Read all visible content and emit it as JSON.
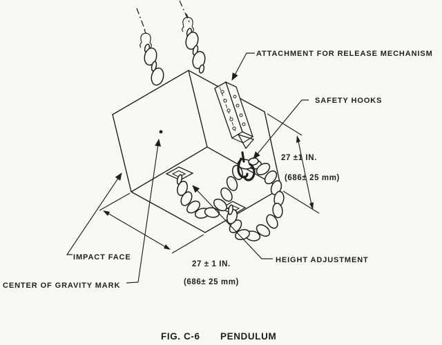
{
  "diagram": {
    "caption": {
      "number": "FIG. C-6",
      "title": "PENDULUM"
    },
    "labels": {
      "attachment_release": "ATTACHMENT FOR RELEASE MECHANISM",
      "safety_hooks": "SAFETY HOOKS",
      "impact_face": "IMPACT FACE",
      "center_of_gravity_mark": "CENTER OF GRAVITY MARK",
      "height_adjustment": "HEIGHT ADJUSTMENT"
    },
    "dimensions": {
      "right_edge": {
        "imperial": "27 ±1 IN.",
        "metric": "(686± 25 mm)"
      },
      "bottom_edge": {
        "imperial": "27 ± 1 IN.",
        "metric": "(686± 25 mm)"
      }
    },
    "icons": {
      "chain": "chain-icon",
      "release_hook": "hook-icon",
      "leader_arrow": "arrow-marker",
      "center_dot": "center-of-gravity-dot"
    },
    "colors": {
      "ink": "#1e1e1e",
      "paper": "#f8f8f5"
    }
  }
}
